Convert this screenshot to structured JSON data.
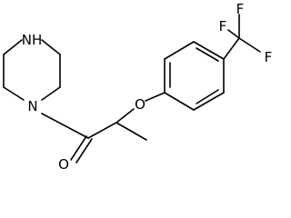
{
  "molecule": {
    "atoms": {
      "nh": "NH",
      "n": "N",
      "o_carbonyl": "O",
      "o_ether": "O",
      "f1": "F",
      "f2": "F",
      "f3": "F"
    }
  }
}
